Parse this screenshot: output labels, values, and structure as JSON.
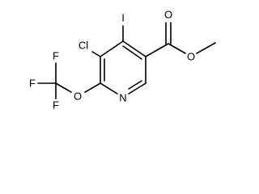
{
  "structure": {
    "atoms": {
      "iodine": "I",
      "chlorine": "Cl",
      "nitrogen": "N",
      "fluorine_top": "F",
      "fluorine_left": "F",
      "fluorine_bottom": "F",
      "ether_oxygen": "O",
      "ester_oxygen_carbonyl": "O",
      "ester_oxygen_single": "O"
    },
    "colors": {
      "ink": "#000000",
      "background": "#ffffff"
    }
  }
}
